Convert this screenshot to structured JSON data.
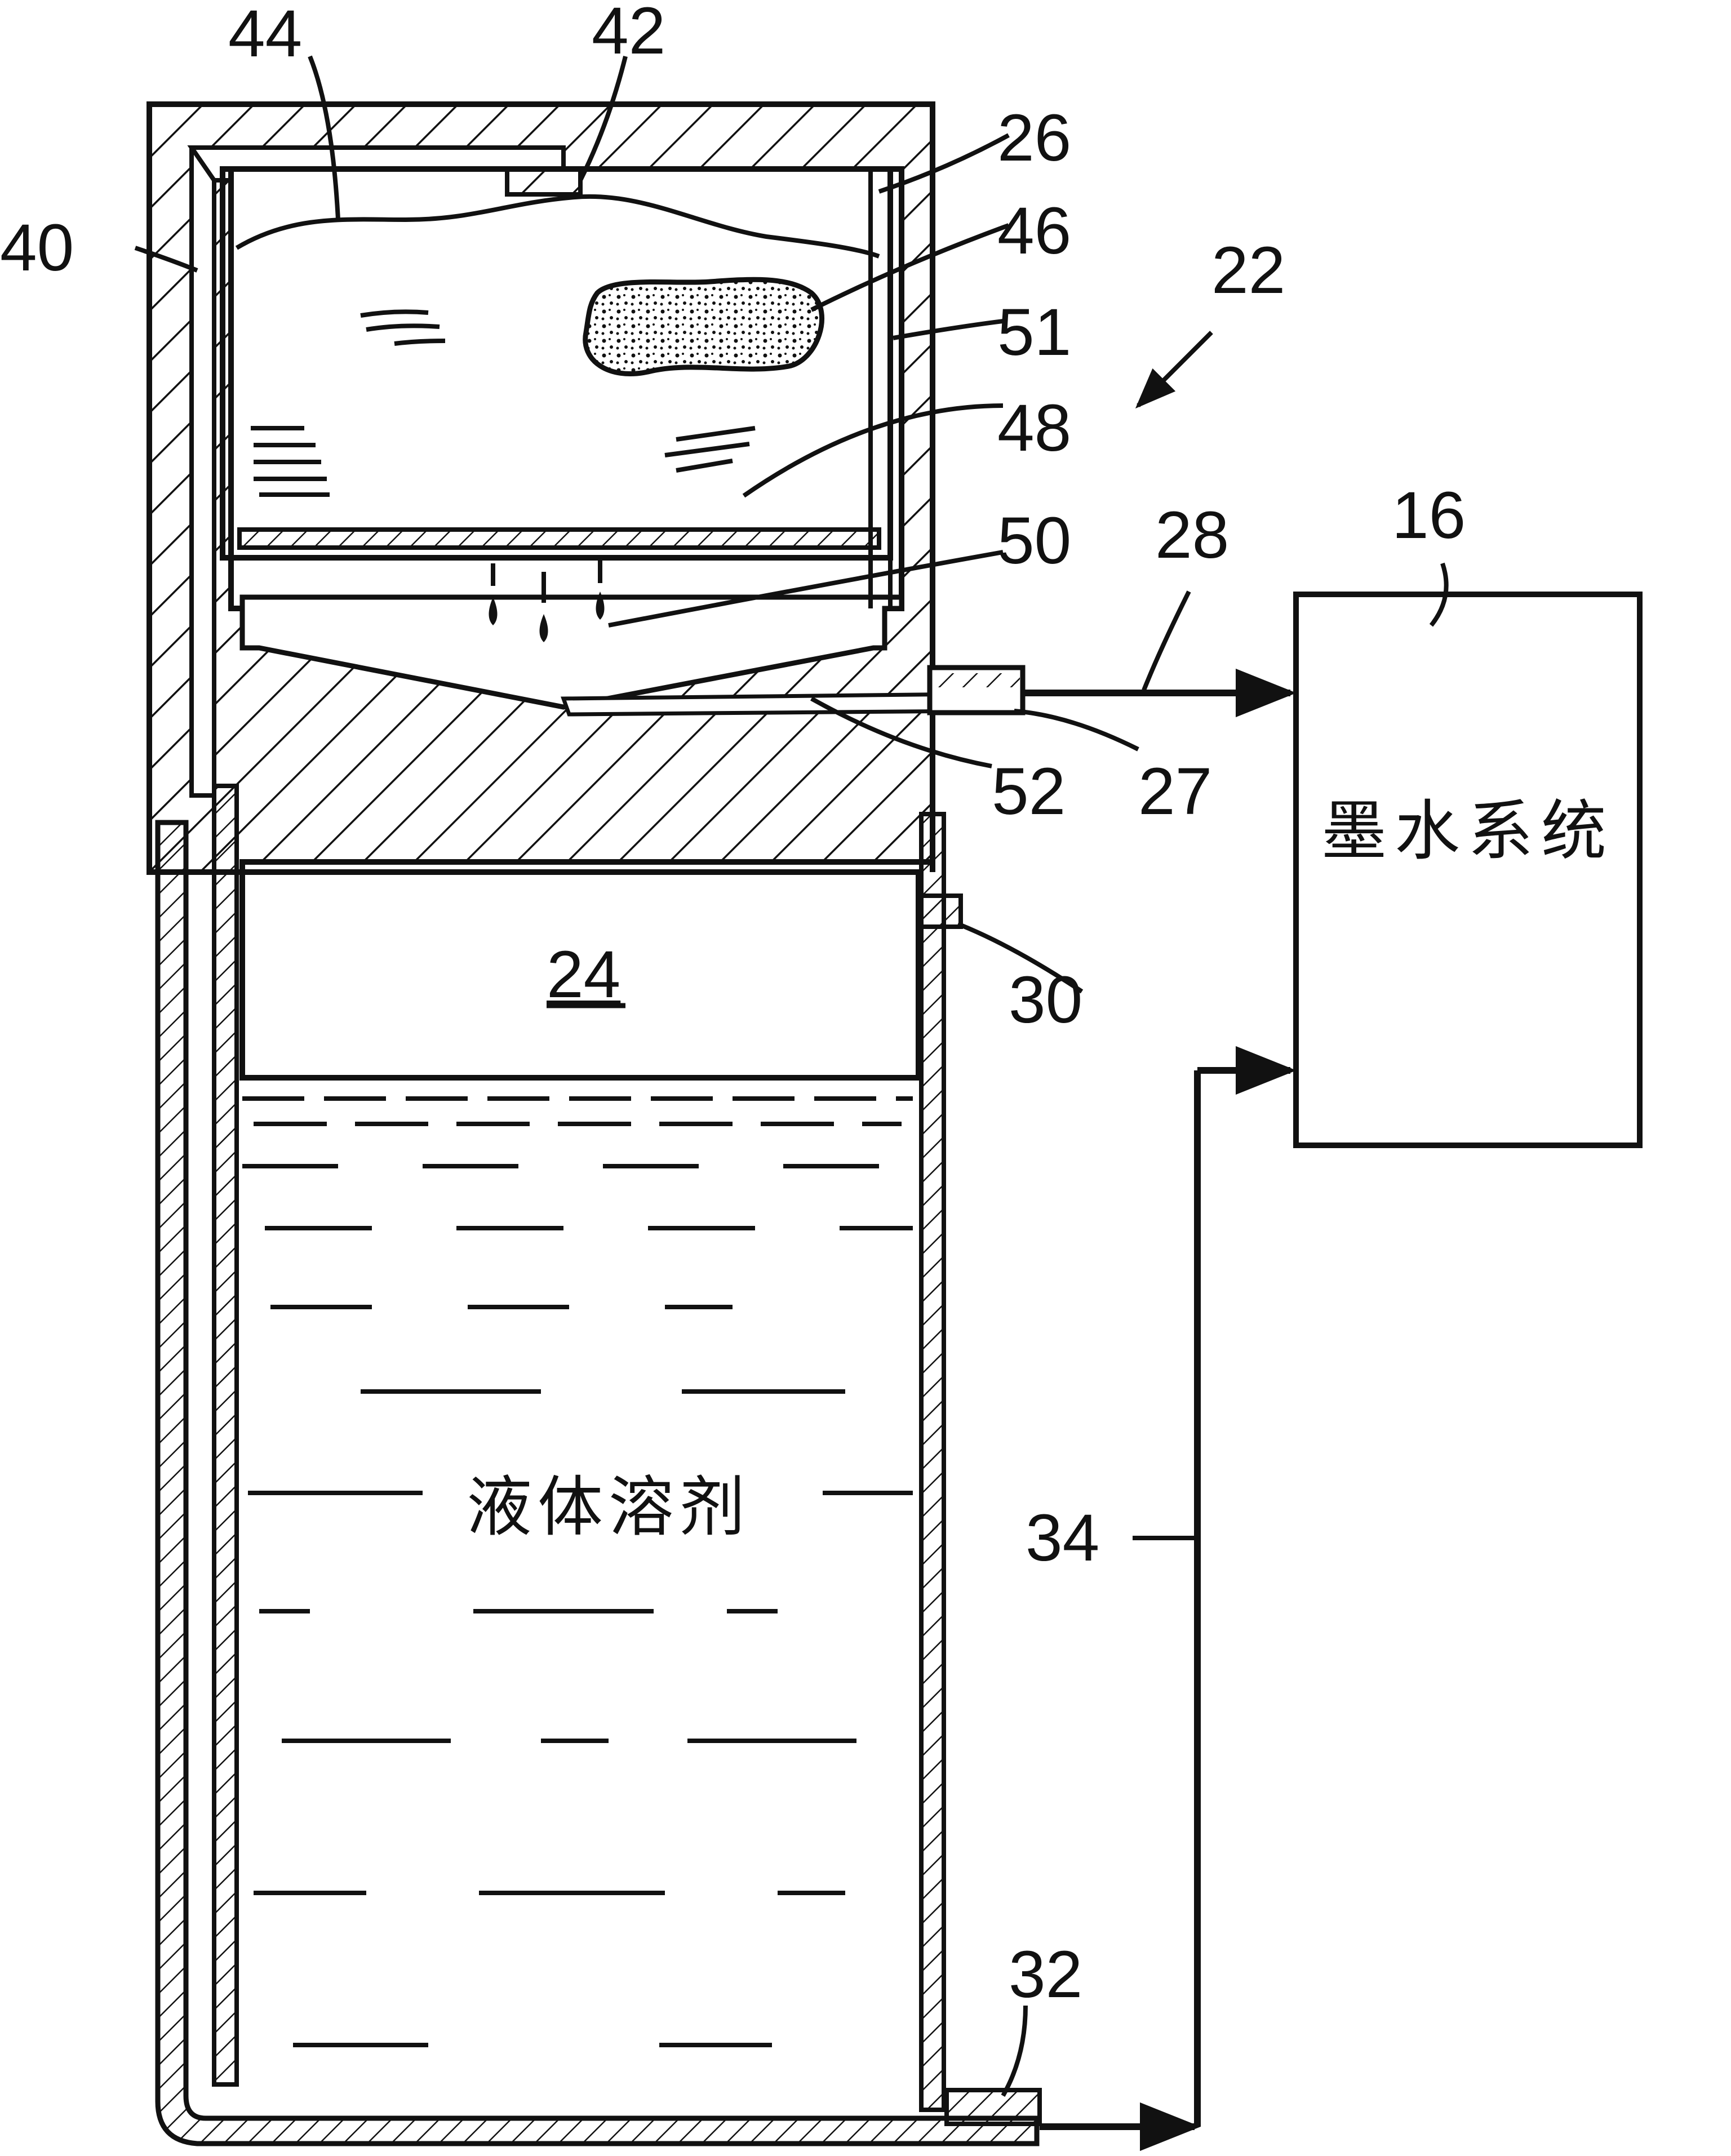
{
  "colors": {
    "ink": "#111111",
    "paper": "#ffffff"
  },
  "labels": {
    "r44": "44",
    "r42": "42",
    "r26": "26",
    "r46": "46",
    "r40": "40",
    "r22": "22",
    "r51": "51",
    "r48": "48",
    "r50": "50",
    "r28": "28",
    "r16": "16",
    "r52": "52",
    "r27": "27",
    "r24": "24",
    "r30": "30",
    "r34": "34",
    "r32": "32"
  },
  "ink_system": {
    "label": "墨水系统"
  },
  "liquid": {
    "label": "液体溶剂"
  }
}
